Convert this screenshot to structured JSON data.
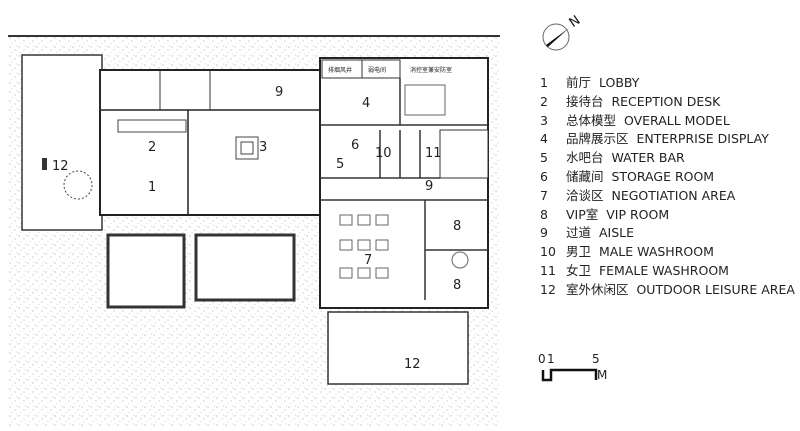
{
  "rooms": [
    {
      "id": "1",
      "zh": "前厅",
      "en": "LOBBY"
    },
    {
      "id": "2",
      "zh": "接待台",
      "en": "RECEPTION DESK"
    },
    {
      "id": "3",
      "zh": "总体模型",
      "en": "OVERALL MODEL"
    },
    {
      "id": "4",
      "zh": "品牌展示区",
      "en": "ENTERPRISE DISPLAY"
    },
    {
      "id": "5",
      "zh": "水吧台",
      "en": "WATER BAR"
    },
    {
      "id": "6",
      "zh": "储藏间",
      "en": "STORAGE ROOM"
    },
    {
      "id": "7",
      "zh": "洽谈区",
      "en": "NEGOTIATION AREA"
    },
    {
      "id": "8",
      "zh": "VIP室",
      "en": "VIP ROOM"
    },
    {
      "id": "9",
      "zh": "过道",
      "en": "AISLE"
    },
    {
      "id": "10",
      "zh": "男卫",
      "en": "MALE WASHROOM"
    },
    {
      "id": "11",
      "zh": "女卫",
      "en": "FEMALE WASHROOM"
    },
    {
      "id": "12",
      "zh": "室外休闲区",
      "en": "OUTDOOR LEISURE AREA"
    }
  ],
  "small_labels": {
    "smoke_shaft": "排烟风井",
    "weak_current": "弱电间",
    "control_room": "消控室兼安防室"
  },
  "scale": {
    "zero": "0",
    "one": "1",
    "five": "5",
    "unit": "M"
  },
  "north": "N"
}
